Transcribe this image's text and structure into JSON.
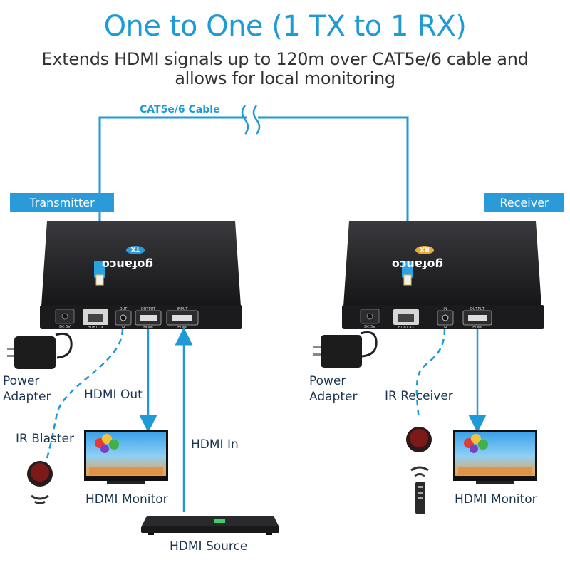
{
  "header": {
    "title": "One to One (1 TX to 1 RX)",
    "subtitle": "Extends HDMI signals up to 120m over CAT5e/6 cable and allows for local monitoring"
  },
  "cable": {
    "label": "CAT5e/6 Cable"
  },
  "transmitter": {
    "tag": "Transmitter",
    "brand": "gofanco",
    "badge": "TX",
    "ports": [
      "DC 5V",
      "HDBT TX",
      "OUT",
      "IR",
      "OUTPUT",
      "HDMI",
      "INPUT",
      "HDMI"
    ]
  },
  "receiver": {
    "tag": "Receiver",
    "brand": "gofanco",
    "badge": "RX",
    "ports": [
      "DC 5V",
      "HDBT RX",
      "IN",
      "IR",
      "OUTPUT",
      "HDMI"
    ]
  },
  "labels": {
    "tx_power_adapter": "Power\nAdapter",
    "tx_hdmi_out": "HDMI Out",
    "ir_blaster": "IR Blaster",
    "hdmi_in": "HDMI In",
    "tx_hdmi_monitor": "HDMI Monitor",
    "hdmi_source": "HDMI Source",
    "rx_power_adapter": "Power\nAdapter",
    "ir_receiver": "IR Receiver",
    "rx_hdmi_monitor": "HDMI Monitor"
  },
  "colors": {
    "accent": "#1e9ad6",
    "tag_bg": "#2a9ad8",
    "device": "#1b1b1d",
    "label_text": "#1b3550",
    "rx_badge": "#e8a838"
  }
}
